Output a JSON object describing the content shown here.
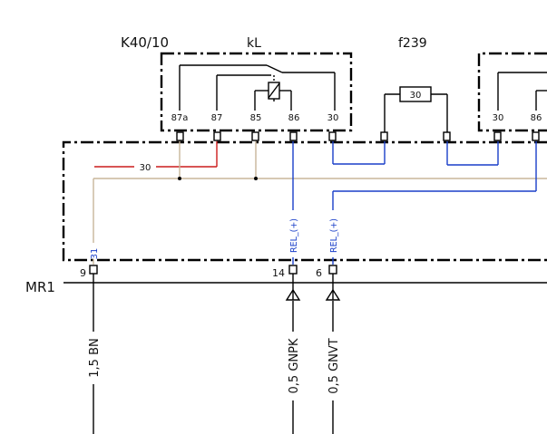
{
  "components": {
    "relay_id": "K40/10",
    "relay_name": "kL",
    "fuse_id": "f239",
    "fuse_value": "30"
  },
  "relay_pins": [
    "87a",
    "87",
    "85",
    "86",
    "30"
  ],
  "right_component_pins": [
    "30",
    "86"
  ],
  "wire_labels": {
    "feed": "30",
    "signal_31": "31",
    "rel_a": "REL_(+)",
    "rel_b": "REL_(+)"
  },
  "connector": {
    "name": "MR1",
    "pin_a": "9",
    "pin_b": "14",
    "pin_c": "6"
  },
  "cables": {
    "a": "1,5 BN",
    "b": "0,5 GNPK",
    "c": "0,5 GNVT"
  },
  "colors": {
    "wire_black": "#000000",
    "wire_blue": "#1a3fc9",
    "wire_red": "#cc1b1b",
    "wire_brown_light": "#c8b59a"
  }
}
